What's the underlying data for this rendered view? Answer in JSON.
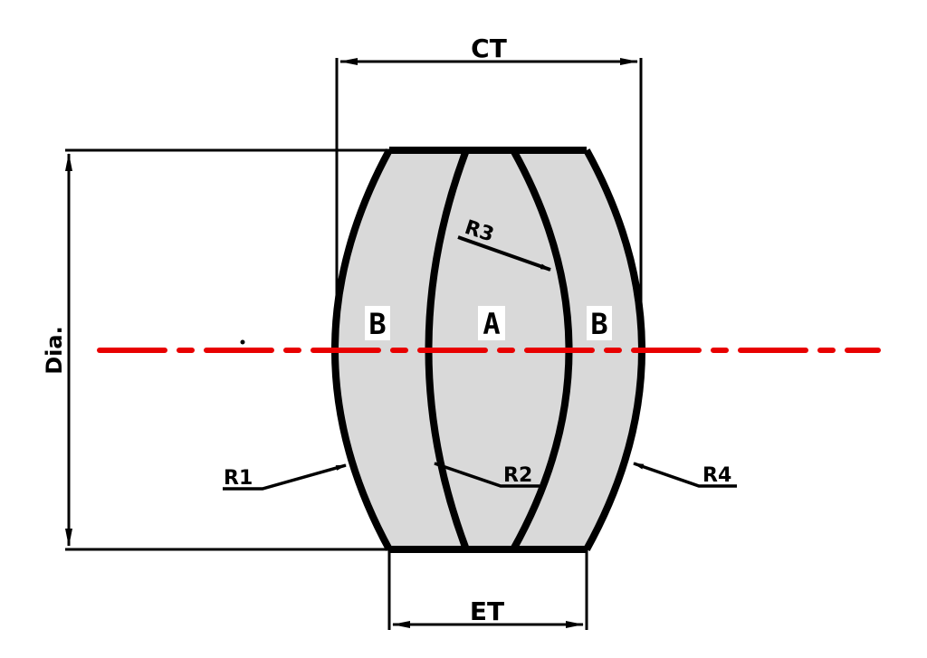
{
  "diagram": {
    "type": "lens-cross-section",
    "description": "Cemented triplet lens cross-section with dimensions",
    "colors": {
      "lens_fill": "#d9d9d9",
      "outline": "#000000",
      "optical_axis": "#e80000",
      "background": "#ffffff"
    },
    "dimensions": {
      "center_thickness": "CT",
      "edge_thickness": "ET",
      "diameter": "Dia."
    },
    "regions": {
      "left": "B",
      "center": "A",
      "right": "B"
    },
    "radii": {
      "r1": "R1",
      "r2": "R2",
      "r3": "R3",
      "r4": "R4"
    }
  }
}
